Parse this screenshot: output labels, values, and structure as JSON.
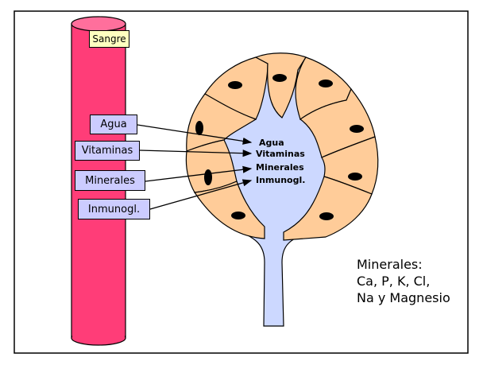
{
  "vessel": {
    "title": "Sangre"
  },
  "blood_labels": [
    {
      "id": "agua",
      "text": "Agua"
    },
    {
      "id": "vitaminas",
      "text": "Vitaminas"
    },
    {
      "id": "minerales",
      "text": "Minerales"
    },
    {
      "id": "inmunogl",
      "text": "Inmunogl."
    }
  ],
  "gland_labels": [
    "Agua",
    "Vitaminas",
    "Minerales",
    "Inmunogl."
  ],
  "note": {
    "line1": "Minerales:",
    "line2": "Ca, P, K,  Cl,",
    "line3": "Na y Magnesio"
  },
  "colors": {
    "vessel_fill": "#ff3d78",
    "vessel_top": "#ff6f9c",
    "title_bg": "#ffffc0",
    "label_bg": "#ccccff",
    "lumen_fill": "#ccd8ff",
    "cell_fill": "#ffcc99",
    "nucleus": "#000000"
  }
}
